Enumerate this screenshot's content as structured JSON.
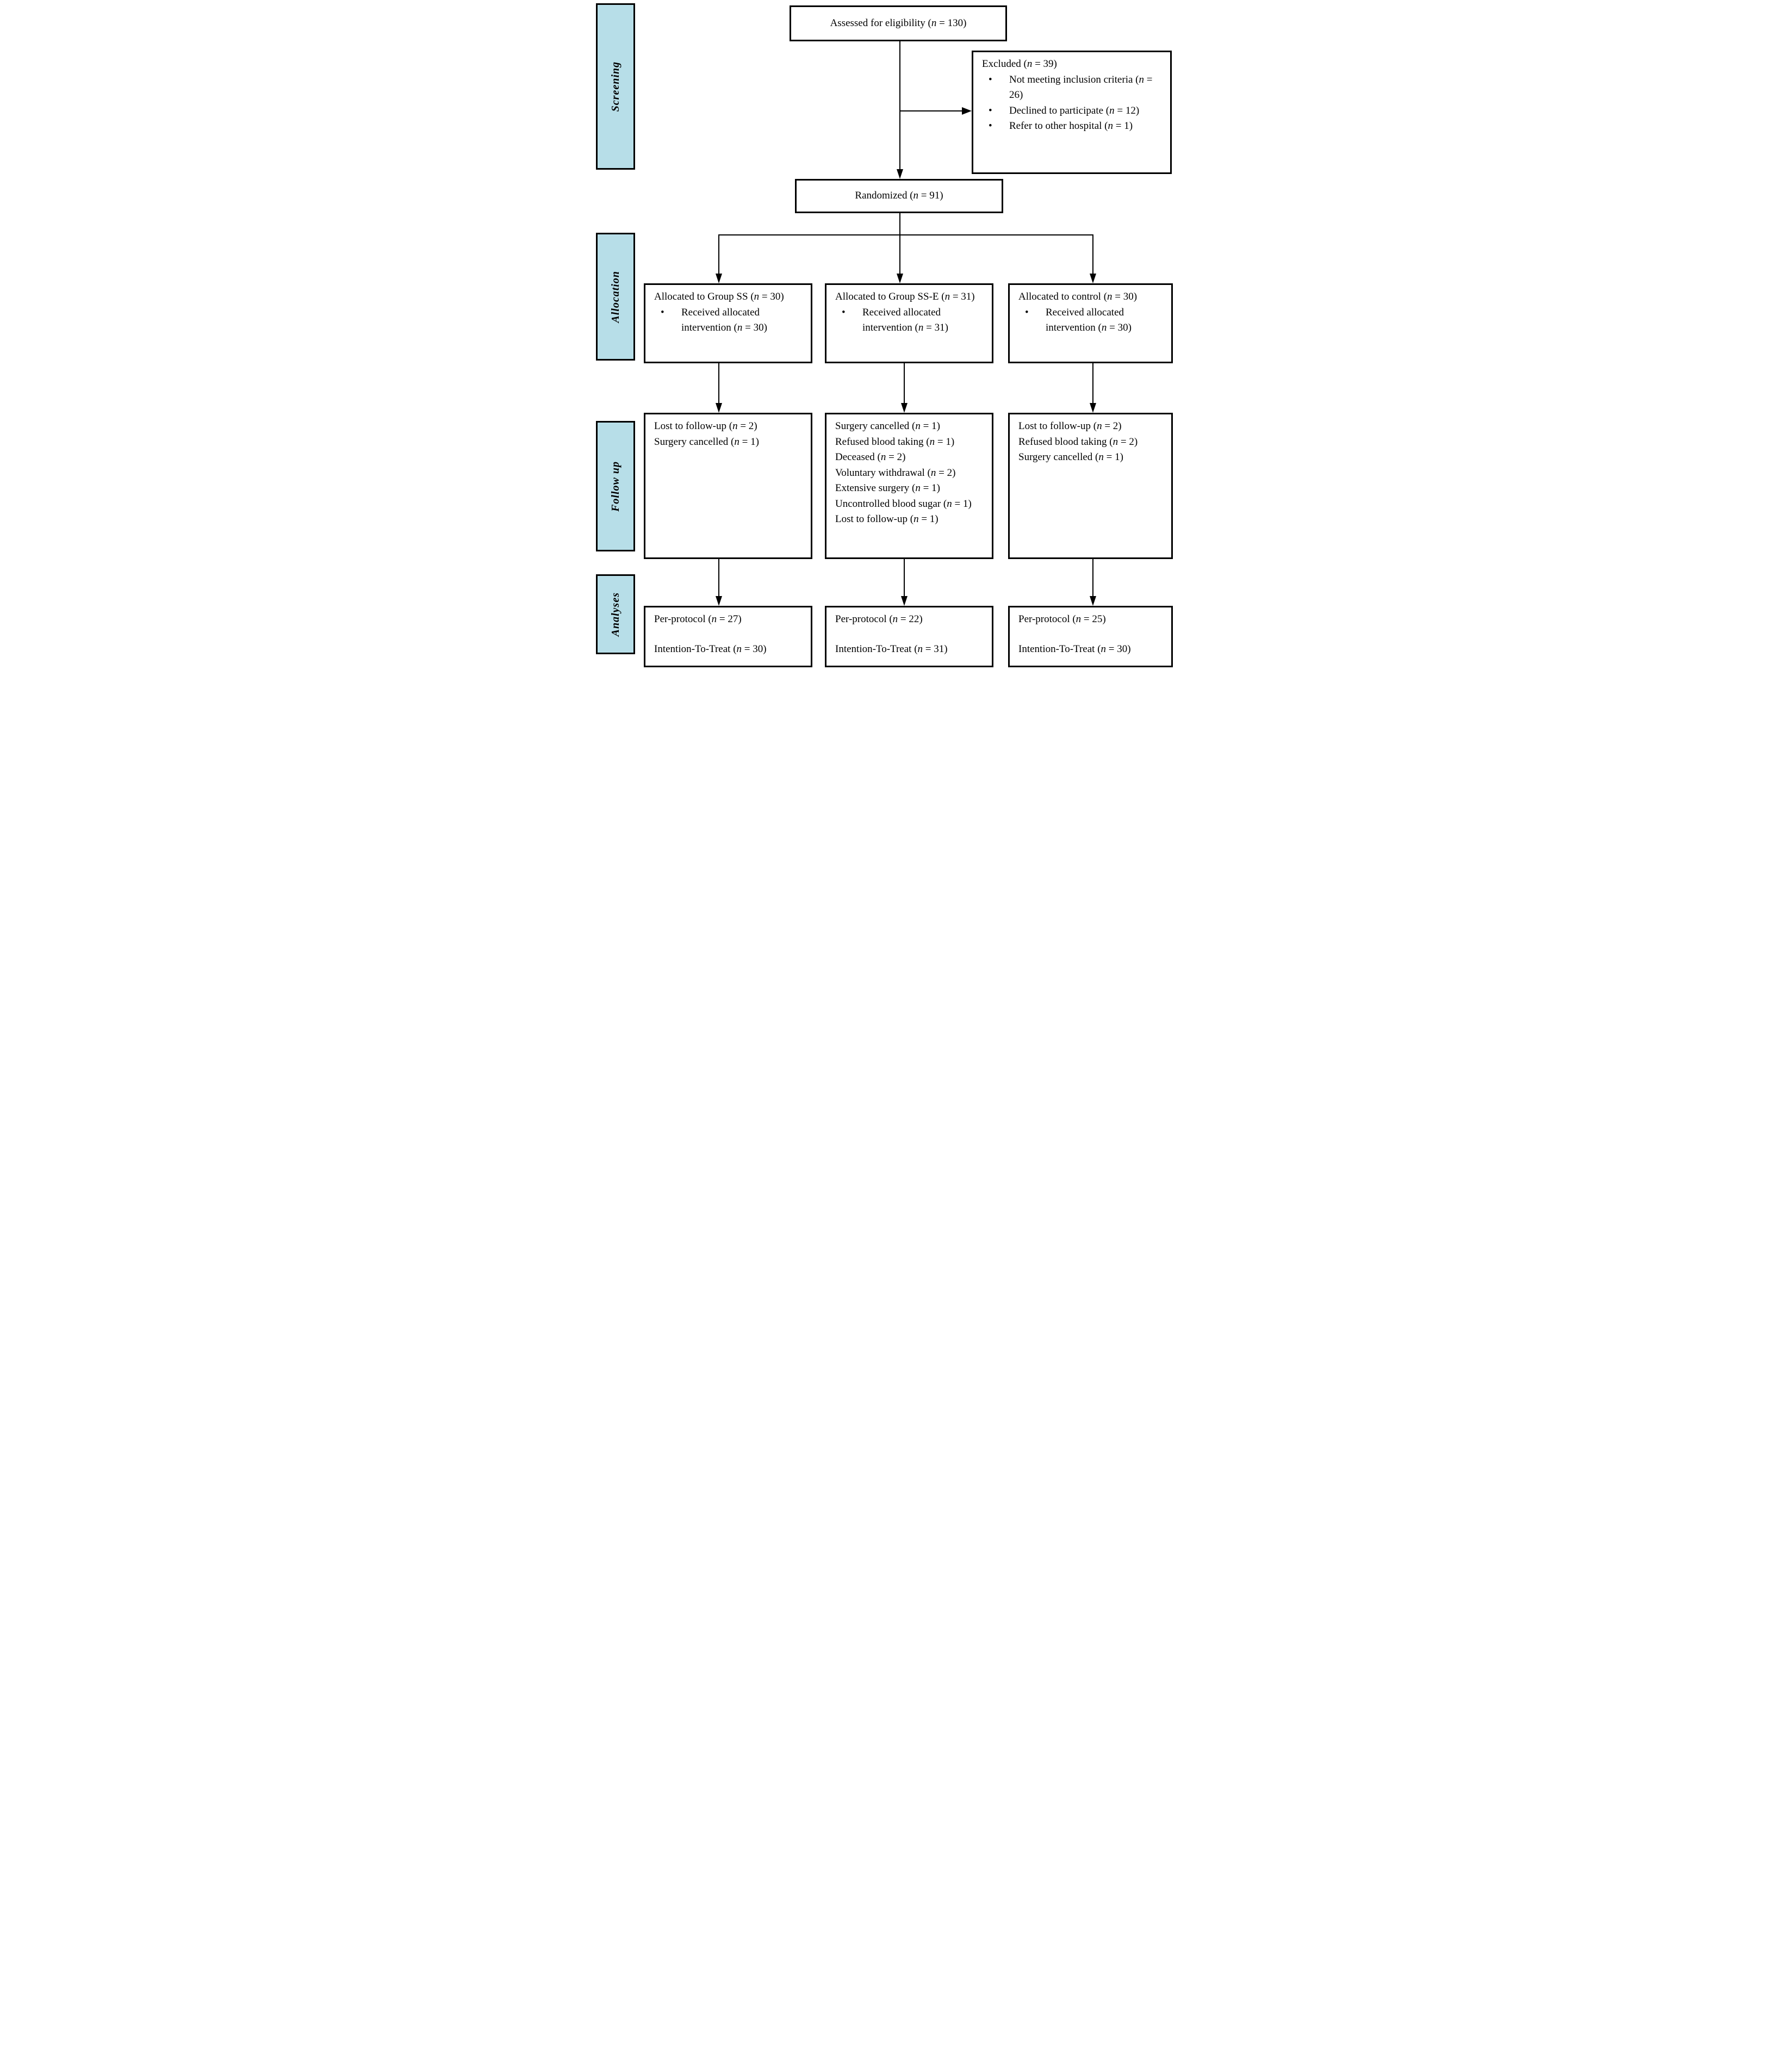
{
  "palette": {
    "sidebar_fill": "#B7DEE8",
    "border": "#000000",
    "arrow": "#000000",
    "background": "#FFFFFF"
  },
  "sidebar": {
    "labels": [
      "Screening",
      "Allocation",
      "Follow up",
      "Analyses"
    ]
  },
  "screening": {
    "assessed": "Assessed for eligibility (n = 130)",
    "excluded_title": "Excluded (n = 39)",
    "excluded_bullets": [
      "Not meeting inclusion criteria (n = 26)",
      "Declined to participate (n = 12)",
      "Refer to other hospital (n = 1)"
    ],
    "randomized": "Randomized (n = 91)"
  },
  "allocation": {
    "groups": [
      {
        "title": "Allocated to Group SS (n = 30)",
        "bullets": [
          "Received allocated intervention (n = 30)"
        ]
      },
      {
        "title": "Allocated to Group SS-E (n = 31)",
        "bullets": [
          "Received allocated intervention (n = 31)"
        ]
      },
      {
        "title": "Allocated to control (n = 30)",
        "bullets": [
          "Received allocated intervention (n = 30)"
        ]
      }
    ]
  },
  "followup": {
    "groups": [
      {
        "lines": [
          "Lost to follow-up (n = 2)",
          "Surgery cancelled (n = 1)"
        ]
      },
      {
        "lines": [
          "Surgery cancelled (n = 1)",
          "Refused blood taking (n = 1)",
          "Deceased (n = 2)",
          "Voluntary withdrawal (n = 2)",
          "Extensive surgery (n = 1)",
          "Uncontrolled blood sugar (n = 1)",
          "Lost to follow-up (n = 1)"
        ]
      },
      {
        "lines": [
          "Lost to follow-up (n = 2)",
          "Refused blood taking (n = 2)",
          "Surgery cancelled (n = 1)"
        ]
      }
    ]
  },
  "analyses": {
    "groups": [
      {
        "lines": [
          "Per-protocol (n = 27)",
          "Intention-To-Treat (n = 30)"
        ]
      },
      {
        "lines": [
          "Per-protocol (n = 22)",
          "Intention-To-Treat (n = 31)"
        ]
      },
      {
        "lines": [
          "Per-protocol (n = 25)",
          "Intention-To-Treat (n = 30)"
        ]
      }
    ]
  }
}
